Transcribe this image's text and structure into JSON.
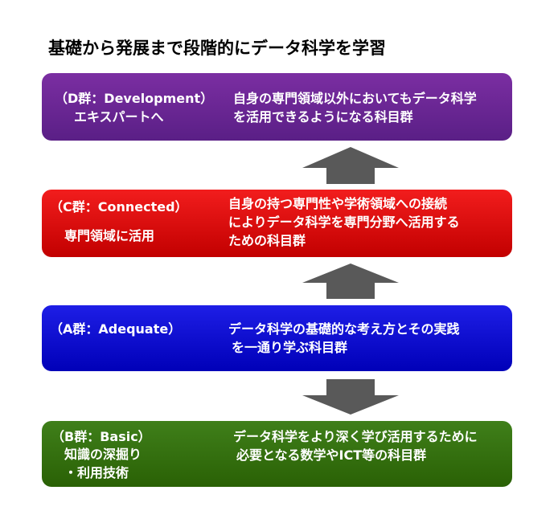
{
  "title": "基礎から発展まで段階的にデータ科学を学習",
  "groups": {
    "d": {
      "heading": "（D群：Development）",
      "subheading": "エキスパートへ",
      "desc_lines": [
        "自身の専門領域以外においてもデータ科学",
        "を活用できるようになる科目群"
      ],
      "color": "#6a2796"
    },
    "c": {
      "heading": "（C群：Connected）",
      "subheading": "専門領域に活用",
      "desc_lines": [
        "自身の持つ専門性や学術領域への接続",
        "によりデータ科学を専門分野へ活用する",
        "ための科目群"
      ],
      "color": "#e60f0f"
    },
    "a": {
      "heading": "（A群：Adequate）",
      "desc_lines": [
        "データ科学の基礎的な考え方とその実践",
        "を一通り学ぶ科目群"
      ],
      "color": "#0f0fd6"
    },
    "b": {
      "heading": "（B群：Basic）",
      "sub_lines": [
        "知識の深掘り",
        "・利用技術"
      ],
      "desc_lines": [
        "データ科学をより深く学び活用するために",
        "必要となる数学やICT等の科目群"
      ],
      "color": "#357010"
    }
  },
  "arrows": [
    {
      "name": "arrow-c-to-d",
      "direction": "up"
    },
    {
      "name": "arrow-a-to-c",
      "direction": "up"
    },
    {
      "name": "arrow-a-to-b",
      "direction": "down"
    }
  ],
  "arrow_color": "#595959"
}
